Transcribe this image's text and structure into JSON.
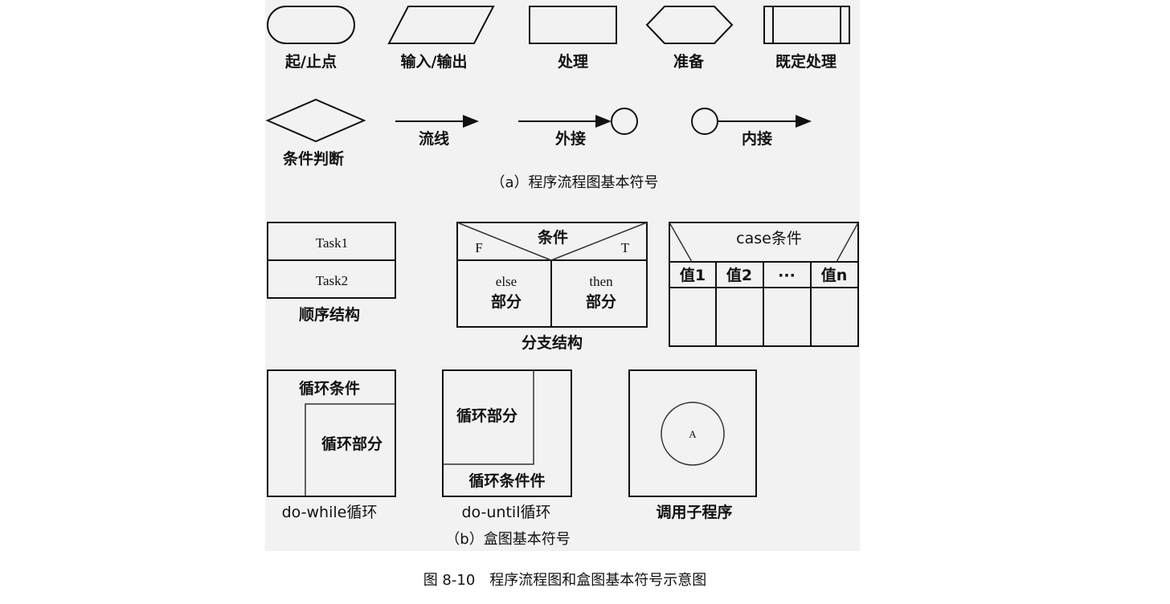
{
  "flowchart": {
    "caption": "（a）程序流程图基本符号",
    "symbols": {
      "terminal": "起/止点",
      "io": "输入/输出",
      "process": "处理",
      "preparation": "准备",
      "predefined": "既定处理",
      "decision": "条件判断",
      "flowline": "流线",
      "connector_out": "外接",
      "connector_in": "内接"
    }
  },
  "nsd": {
    "caption": "（b）盒图基本符号",
    "sequence": {
      "task1": "Task1",
      "task2": "Task2",
      "label": "顺序结构"
    },
    "branch": {
      "cond": "条件",
      "f": "F",
      "t": "T",
      "else_1": "else",
      "else_2": "部分",
      "then_1": "then",
      "then_2": "部分",
      "label": "分支结构"
    },
    "case": {
      "cond": "case条件",
      "v1": "值1",
      "v2": "值2",
      "vdots": "···",
      "vn": "值n"
    },
    "dowhile": {
      "cond": "循环条件",
      "body": "循环部分",
      "label": "do-while循环"
    },
    "dountil": {
      "body": "循环部分",
      "cond": "循环条件件",
      "label": "do-until循环"
    },
    "call": {
      "node": "A",
      "label": "调用子程序"
    }
  },
  "figure_caption": "图 8-10　程序流程图和盒图基本符号示意图"
}
